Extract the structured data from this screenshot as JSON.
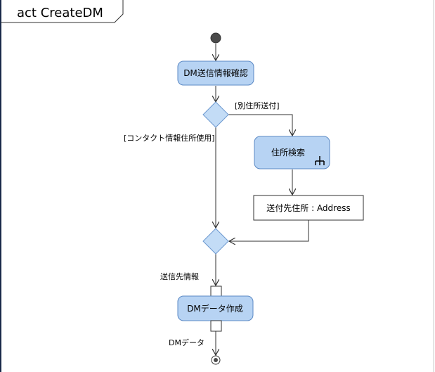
{
  "frame": {
    "title": "act CreateDM"
  },
  "actions": {
    "check": "DM送信情報確認",
    "search": "住所検索",
    "create": "DMデータ作成"
  },
  "object_node": {
    "label": "送付先住所 : Address"
  },
  "guards": {
    "other_address": "[別住所送付]",
    "contact_address": "[コンタクト情報住所使用]"
  },
  "pins": {
    "input": "送信先情報",
    "output": "DMデータ"
  },
  "colors": {
    "action_fill": "#b7d3f3",
    "action_stroke": "#5b89c4",
    "decision_fill": "#c3dcf6",
    "decision_stroke": "#6c98cf",
    "line": "#303030",
    "frame_edge": "#1a2a4a"
  }
}
